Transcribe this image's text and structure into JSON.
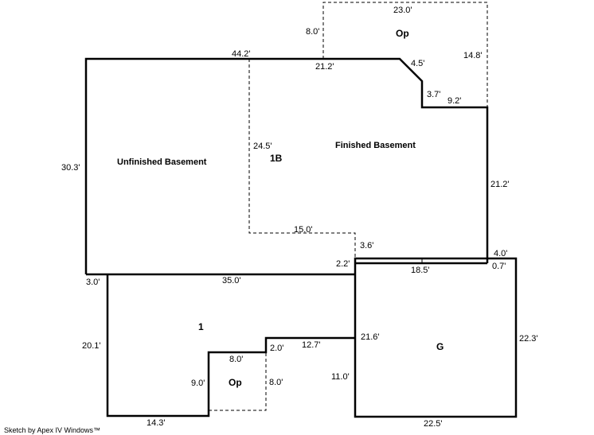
{
  "rooms": {
    "unfinished": "Unfinished Basement",
    "finished": "Finished Basement",
    "level_1b": "1B",
    "level_1": "1",
    "garage": "G",
    "porch_top": "Op",
    "porch_bottom": "Op"
  },
  "dimensions": {
    "d44_2": "44.2'",
    "d21_2a": "21.2'",
    "d4_5": "4.5'",
    "d3_7": "3.7'",
    "d9_2": "9.2'",
    "d23_0": "23.0'",
    "d8_0a": "8.0'",
    "d14_8": "14.8'",
    "d30_3": "30.3'",
    "d24_5": "24.5'",
    "d21_2b": "21.2'",
    "d15_0": "15.0'",
    "d3_6": "3.6'",
    "d2_2": "2.2'",
    "d4_0": "4.0'",
    "d0_7": "0.7'",
    "d18_5": "18.5'",
    "d3_0": "3.0'",
    "d35_0": "35.0'",
    "d20_1": "20.1'",
    "d21_6": "21.6'",
    "d22_3": "22.3'",
    "d8_0b": "8.0'",
    "d2_0": "2.0'",
    "d12_7": "12.7'",
    "d9_0": "9.0'",
    "d8_0c": "8.0'",
    "d11_0": "11.0'",
    "d14_3": "14.3'",
    "d22_5": "22.5'"
  },
  "credit": "Sketch by Apex IV Windows™"
}
